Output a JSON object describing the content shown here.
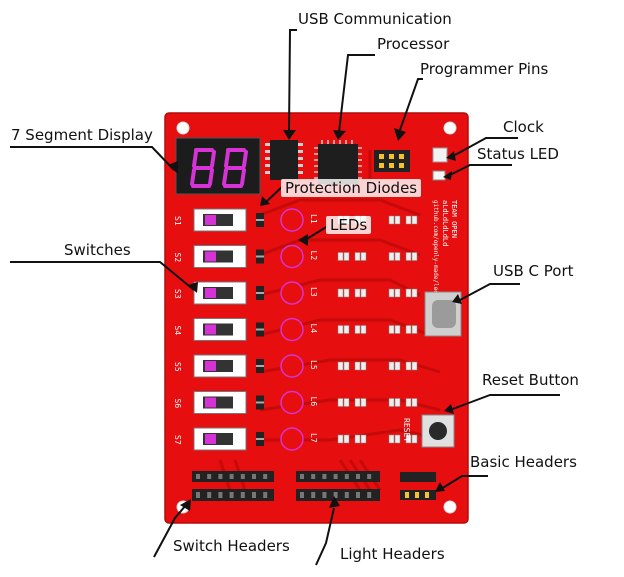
{
  "labels": {
    "usb_communication": "USB Communication",
    "processor": "Processor",
    "programmer_pins": "Programmer Pins",
    "seven_segment": "7 Segment Display",
    "clock": "Clock",
    "status_led": "Status LED",
    "protection_diodes": "Protection Diodes",
    "leds": "LEDs",
    "switches": "Switches",
    "usb_c_port": "USB C Port",
    "reset_button": "Reset Button",
    "basic_headers": "Basic Headers",
    "switch_headers": "Switch Headers",
    "light_headers": "Light Headers"
  },
  "board": {
    "switch_labels": [
      "S1",
      "S2",
      "S3",
      "S4",
      "S5",
      "S6",
      "S7"
    ],
    "led_labels": [
      "L1",
      "L2",
      "L3",
      "L4",
      "L5",
      "L6",
      "L7"
    ],
    "reset_silk": "RESET",
    "team_silk": "TEAM OPEN",
    "url_silk": "aLdLdLdLdLd",
    "url_silk2": "github.com/openly-made/ledboard"
  },
  "colors": {
    "board": "#e60e0e",
    "board_dark": "#b80909",
    "segment": "#d633d6",
    "header": "#222222",
    "pin": "#f2c230"
  }
}
